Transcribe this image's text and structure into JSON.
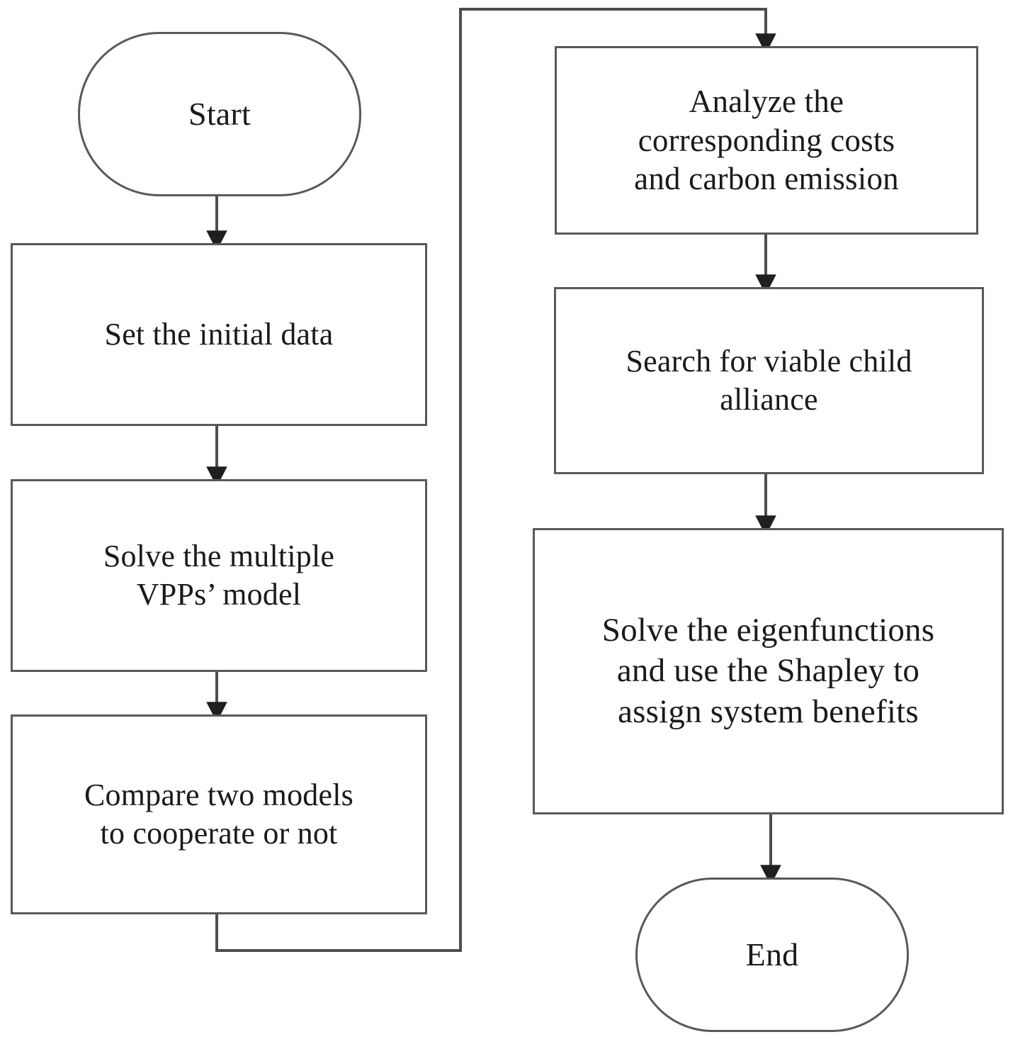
{
  "diagram": {
    "type": "flowchart",
    "orientation": "two-column, top-to-bottom with cross-column loop",
    "stroke_color": "#595959",
    "arrow_color": "#262626",
    "text_color": "#1a1a1a",
    "background_color": "#ffffff"
  },
  "nodes": {
    "start": {
      "label": "Start",
      "shape": "terminator"
    },
    "set_data": {
      "label": "Set the initial data",
      "shape": "process"
    },
    "solve_vpp": {
      "label": "Solve the multiple\nVPPs’  model",
      "shape": "process"
    },
    "compare": {
      "label": "Compare two models\nto cooperate or not",
      "shape": "process"
    },
    "analyze": {
      "label": "Analyze the\ncorresponding costs\nand carbon emission",
      "shape": "process"
    },
    "search": {
      "label": "Search for viable child\nalliance",
      "shape": "process"
    },
    "shapley": {
      "label": "Solve the eigenfunctions\nand use the Shapley to\nassign system benefits",
      "shape": "process"
    },
    "end": {
      "label": "End",
      "shape": "terminator"
    }
  },
  "edges": [
    {
      "from": "start",
      "to": "set_data",
      "label": ""
    },
    {
      "from": "set_data",
      "to": "solve_vpp",
      "label": ""
    },
    {
      "from": "solve_vpp",
      "to": "compare",
      "label": ""
    },
    {
      "from": "compare",
      "to": "analyze",
      "label": ""
    },
    {
      "from": "analyze",
      "to": "search",
      "label": ""
    },
    {
      "from": "search",
      "to": "shapley",
      "label": ""
    },
    {
      "from": "shapley",
      "to": "end",
      "label": ""
    }
  ]
}
